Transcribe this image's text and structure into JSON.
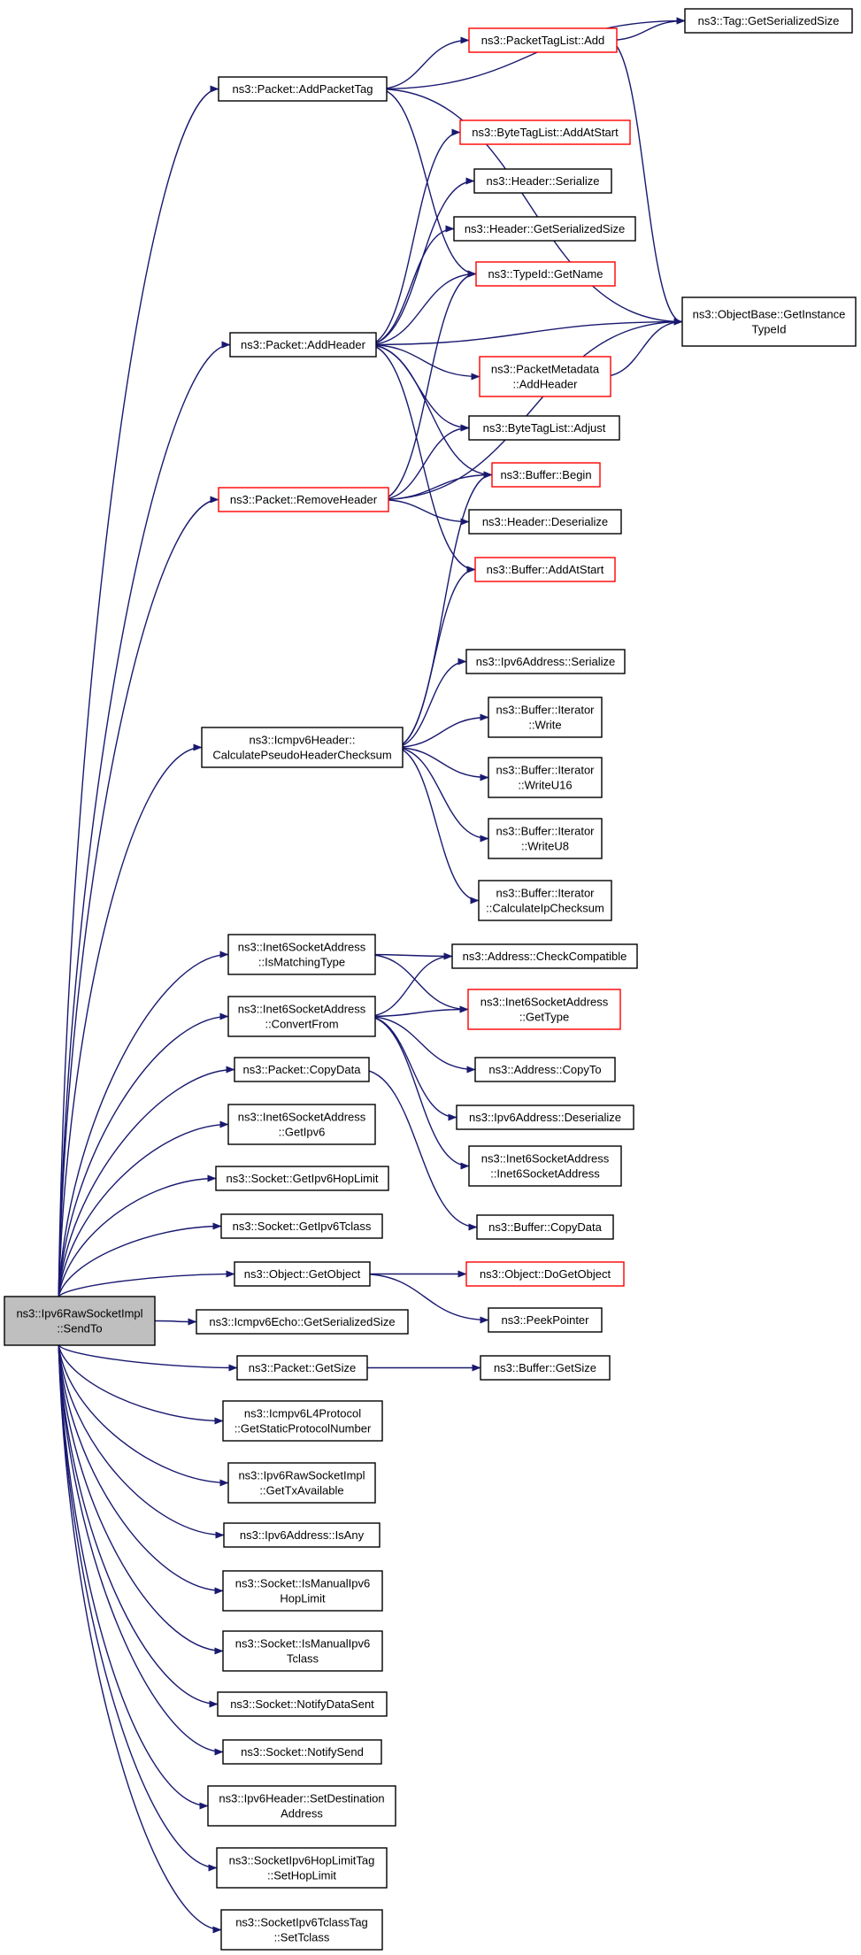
{
  "colors": {
    "edge": "#191970",
    "node_border": "#000000",
    "node_border_link": "#ff0000",
    "node_fill": "#ffffff",
    "root_fill": "#bfbfbf"
  },
  "nodes": [
    {
      "id": "root",
      "lines": [
        "ns3::Ipv6RawSocketImpl",
        "::SendTo"
      ],
      "style": "root"
    },
    {
      "id": "addPacketTag",
      "lines": [
        "ns3::Packet::AddPacketTag"
      ],
      "style": "plain"
    },
    {
      "id": "tagGetSerSize",
      "lines": [
        "ns3::Tag::GetSerializedSize"
      ],
      "style": "plain"
    },
    {
      "id": "packetTagListAdd",
      "lines": [
        "ns3::PacketTagList::Add"
      ],
      "style": "red"
    },
    {
      "id": "byteTagListAddAtStart",
      "lines": [
        "ns3::ByteTagList::AddAtStart"
      ],
      "style": "red"
    },
    {
      "id": "headerSerialize",
      "lines": [
        "ns3::Header::Serialize"
      ],
      "style": "plain"
    },
    {
      "id": "headerGetSerSize",
      "lines": [
        "ns3::Header::GetSerializedSize"
      ],
      "style": "plain"
    },
    {
      "id": "typeIdGetName",
      "lines": [
        "ns3::TypeId::GetName"
      ],
      "style": "red"
    },
    {
      "id": "addHeader",
      "lines": [
        "ns3::Packet::AddHeader"
      ],
      "style": "plain"
    },
    {
      "id": "objBaseGetInstTypeId",
      "lines": [
        "ns3::ObjectBase::GetInstance",
        "TypeId"
      ],
      "style": "plain"
    },
    {
      "id": "pktMetaAddHeader",
      "lines": [
        "ns3::PacketMetadata",
        "::AddHeader"
      ],
      "style": "red"
    },
    {
      "id": "byteTagListAdjust",
      "lines": [
        "ns3::ByteTagList::Adjust"
      ],
      "style": "plain"
    },
    {
      "id": "removeHeader",
      "lines": [
        "ns3::Packet::RemoveHeader"
      ],
      "style": "red"
    },
    {
      "id": "bufferBegin",
      "lines": [
        "ns3::Buffer::Begin"
      ],
      "style": "red"
    },
    {
      "id": "headerDeserialize",
      "lines": [
        "ns3::Header::Deserialize"
      ],
      "style": "plain"
    },
    {
      "id": "bufferAddAtStart",
      "lines": [
        "ns3::Buffer::AddAtStart"
      ],
      "style": "red"
    },
    {
      "id": "ipv6AddrSerialize",
      "lines": [
        "ns3::Ipv6Address::Serialize"
      ],
      "style": "plain"
    },
    {
      "id": "icmpCalcPseudo",
      "lines": [
        "ns3::Icmpv6Header::",
        "CalculatePseudoHeaderChecksum"
      ],
      "style": "plain"
    },
    {
      "id": "bufItWrite",
      "lines": [
        "ns3::Buffer::Iterator",
        "::Write"
      ],
      "style": "plain"
    },
    {
      "id": "bufItWriteU16",
      "lines": [
        "ns3::Buffer::Iterator",
        "::WriteU16"
      ],
      "style": "plain"
    },
    {
      "id": "bufItWriteU8",
      "lines": [
        "ns3::Buffer::Iterator",
        "::WriteU8"
      ],
      "style": "plain"
    },
    {
      "id": "bufItCalcIpChk",
      "lines": [
        "ns3::Buffer::Iterator",
        "::CalculateIpChecksum"
      ],
      "style": "plain"
    },
    {
      "id": "inet6IsMatchingType",
      "lines": [
        "ns3::Inet6SocketAddress",
        "::IsMatchingType"
      ],
      "style": "plain"
    },
    {
      "id": "addrCheckCompat",
      "lines": [
        "ns3::Address::CheckCompatible"
      ],
      "style": "plain"
    },
    {
      "id": "inet6ConvertFrom",
      "lines": [
        "ns3::Inet6SocketAddress",
        "::ConvertFrom"
      ],
      "style": "plain"
    },
    {
      "id": "inet6GetType",
      "lines": [
        "ns3::Inet6SocketAddress",
        "::GetType"
      ],
      "style": "red"
    },
    {
      "id": "packetCopyData",
      "lines": [
        "ns3::Packet::CopyData"
      ],
      "style": "plain"
    },
    {
      "id": "addrCopyTo",
      "lines": [
        "ns3::Address::CopyTo"
      ],
      "style": "plain"
    },
    {
      "id": "ipv6AddrDeserialize",
      "lines": [
        "ns3::Ipv6Address::Deserialize"
      ],
      "style": "plain"
    },
    {
      "id": "inet6GetIpv6",
      "lines": [
        "ns3::Inet6SocketAddress",
        "::GetIpv6"
      ],
      "style": "plain"
    },
    {
      "id": "inet6Ctor",
      "lines": [
        "ns3::Inet6SocketAddress",
        "::Inet6SocketAddress"
      ],
      "style": "plain"
    },
    {
      "id": "sockGetIpv6HopLimit",
      "lines": [
        "ns3::Socket::GetIpv6HopLimit"
      ],
      "style": "plain"
    },
    {
      "id": "bufferCopyData",
      "lines": [
        "ns3::Buffer::CopyData"
      ],
      "style": "plain"
    },
    {
      "id": "sockGetIpv6Tclass",
      "lines": [
        "ns3::Socket::GetIpv6Tclass"
      ],
      "style": "plain"
    },
    {
      "id": "objGetObject",
      "lines": [
        "ns3::Object::GetObject"
      ],
      "style": "plain"
    },
    {
      "id": "objDoGetObject",
      "lines": [
        "ns3::Object::DoGetObject"
      ],
      "style": "red"
    },
    {
      "id": "peekPointer",
      "lines": [
        "ns3::PeekPointer"
      ],
      "style": "plain"
    },
    {
      "id": "icmpEchoGetSerSize",
      "lines": [
        "ns3::Icmpv6Echo::GetSerializedSize"
      ],
      "style": "plain"
    },
    {
      "id": "packetGetSize",
      "lines": [
        "ns3::Packet::GetSize"
      ],
      "style": "plain"
    },
    {
      "id": "bufferGetSize",
      "lines": [
        "ns3::Buffer::GetSize"
      ],
      "style": "plain"
    },
    {
      "id": "icmpL4GetStatic",
      "lines": [
        "ns3::Icmpv6L4Protocol",
        "::GetStaticProtocolNumber"
      ],
      "style": "plain"
    },
    {
      "id": "rawGetTxAvail",
      "lines": [
        "ns3::Ipv6RawSocketImpl",
        "::GetTxAvailable"
      ],
      "style": "plain"
    },
    {
      "id": "ipv6AddrIsAny",
      "lines": [
        "ns3::Ipv6Address::IsAny"
      ],
      "style": "plain"
    },
    {
      "id": "sockIsManualHop",
      "lines": [
        "ns3::Socket::IsManualIpv6",
        "HopLimit"
      ],
      "style": "plain"
    },
    {
      "id": "sockIsManualTclass",
      "lines": [
        "ns3::Socket::IsManualIpv6",
        "Tclass"
      ],
      "style": "plain"
    },
    {
      "id": "sockNotifyDataSent",
      "lines": [
        "ns3::Socket::NotifyDataSent"
      ],
      "style": "plain"
    },
    {
      "id": "sockNotifySend",
      "lines": [
        "ns3::Socket::NotifySend"
      ],
      "style": "plain"
    },
    {
      "id": "ipv6HdrSetDest",
      "lines": [
        "ns3::Ipv6Header::SetDestination",
        "Address"
      ],
      "style": "plain"
    },
    {
      "id": "hopTagSetHop",
      "lines": [
        "ns3::SocketIpv6HopLimitTag",
        "::SetHopLimit"
      ],
      "style": "plain"
    },
    {
      "id": "tclassTagSetTclass",
      "lines": [
        "ns3::SocketIpv6TclassTag",
        "::SetTclass"
      ],
      "style": "plain"
    }
  ],
  "edges": [
    [
      "root",
      "addPacketTag"
    ],
    [
      "root",
      "addHeader"
    ],
    [
      "root",
      "removeHeader"
    ],
    [
      "root",
      "icmpCalcPseudo"
    ],
    [
      "root",
      "inet6IsMatchingType"
    ],
    [
      "root",
      "inet6ConvertFrom"
    ],
    [
      "root",
      "packetCopyData"
    ],
    [
      "root",
      "inet6GetIpv6"
    ],
    [
      "root",
      "sockGetIpv6HopLimit"
    ],
    [
      "root",
      "sockGetIpv6Tclass"
    ],
    [
      "root",
      "objGetObject"
    ],
    [
      "root",
      "icmpEchoGetSerSize"
    ],
    [
      "root",
      "packetGetSize"
    ],
    [
      "root",
      "icmpL4GetStatic"
    ],
    [
      "root",
      "rawGetTxAvail"
    ],
    [
      "root",
      "ipv6AddrIsAny"
    ],
    [
      "root",
      "sockIsManualHop"
    ],
    [
      "root",
      "sockIsManualTclass"
    ],
    [
      "root",
      "sockNotifyDataSent"
    ],
    [
      "root",
      "sockNotifySend"
    ],
    [
      "root",
      "ipv6HdrSetDest"
    ],
    [
      "root",
      "hopTagSetHop"
    ],
    [
      "root",
      "tclassTagSetTclass"
    ],
    [
      "addPacketTag",
      "tagGetSerSize"
    ],
    [
      "addPacketTag",
      "packetTagListAdd"
    ],
    [
      "addPacketTag",
      "objBaseGetInstTypeId"
    ],
    [
      "addPacketTag",
      "typeIdGetName"
    ],
    [
      "packetTagListAdd",
      "tagGetSerSize"
    ],
    [
      "packetTagListAdd",
      "objBaseGetInstTypeId"
    ],
    [
      "addHeader",
      "byteTagListAddAtStart"
    ],
    [
      "addHeader",
      "headerSerialize"
    ],
    [
      "addHeader",
      "headerGetSerSize"
    ],
    [
      "addHeader",
      "typeIdGetName"
    ],
    [
      "addHeader",
      "objBaseGetInstTypeId"
    ],
    [
      "addHeader",
      "pktMetaAddHeader"
    ],
    [
      "addHeader",
      "byteTagListAdjust"
    ],
    [
      "addHeader",
      "bufferBegin"
    ],
    [
      "addHeader",
      "bufferAddAtStart"
    ],
    [
      "pktMetaAddHeader",
      "objBaseGetInstTypeId"
    ],
    [
      "removeHeader",
      "typeIdGetName"
    ],
    [
      "removeHeader",
      "byteTagListAdjust"
    ],
    [
      "removeHeader",
      "bufferBegin"
    ],
    [
      "removeHeader",
      "headerDeserialize"
    ],
    [
      "removeHeader",
      "objBaseGetInstTypeId"
    ],
    [
      "icmpCalcPseudo",
      "bufferBegin"
    ],
    [
      "icmpCalcPseudo",
      "bufferAddAtStart"
    ],
    [
      "icmpCalcPseudo",
      "ipv6AddrSerialize"
    ],
    [
      "icmpCalcPseudo",
      "bufItWrite"
    ],
    [
      "icmpCalcPseudo",
      "bufItWriteU16"
    ],
    [
      "icmpCalcPseudo",
      "bufItWriteU8"
    ],
    [
      "icmpCalcPseudo",
      "bufItCalcIpChk"
    ],
    [
      "inet6IsMatchingType",
      "addrCheckCompat"
    ],
    [
      "inet6IsMatchingType",
      "inet6GetType"
    ],
    [
      "inet6ConvertFrom",
      "addrCheckCompat"
    ],
    [
      "inet6ConvertFrom",
      "inet6GetType"
    ],
    [
      "inet6ConvertFrom",
      "addrCopyTo"
    ],
    [
      "inet6ConvertFrom",
      "ipv6AddrDeserialize"
    ],
    [
      "inet6ConvertFrom",
      "inet6Ctor"
    ],
    [
      "packetCopyData",
      "bufferCopyData"
    ],
    [
      "objGetObject",
      "objDoGetObject"
    ],
    [
      "objGetObject",
      "peekPointer"
    ],
    [
      "packetGetSize",
      "bufferGetSize"
    ]
  ]
}
